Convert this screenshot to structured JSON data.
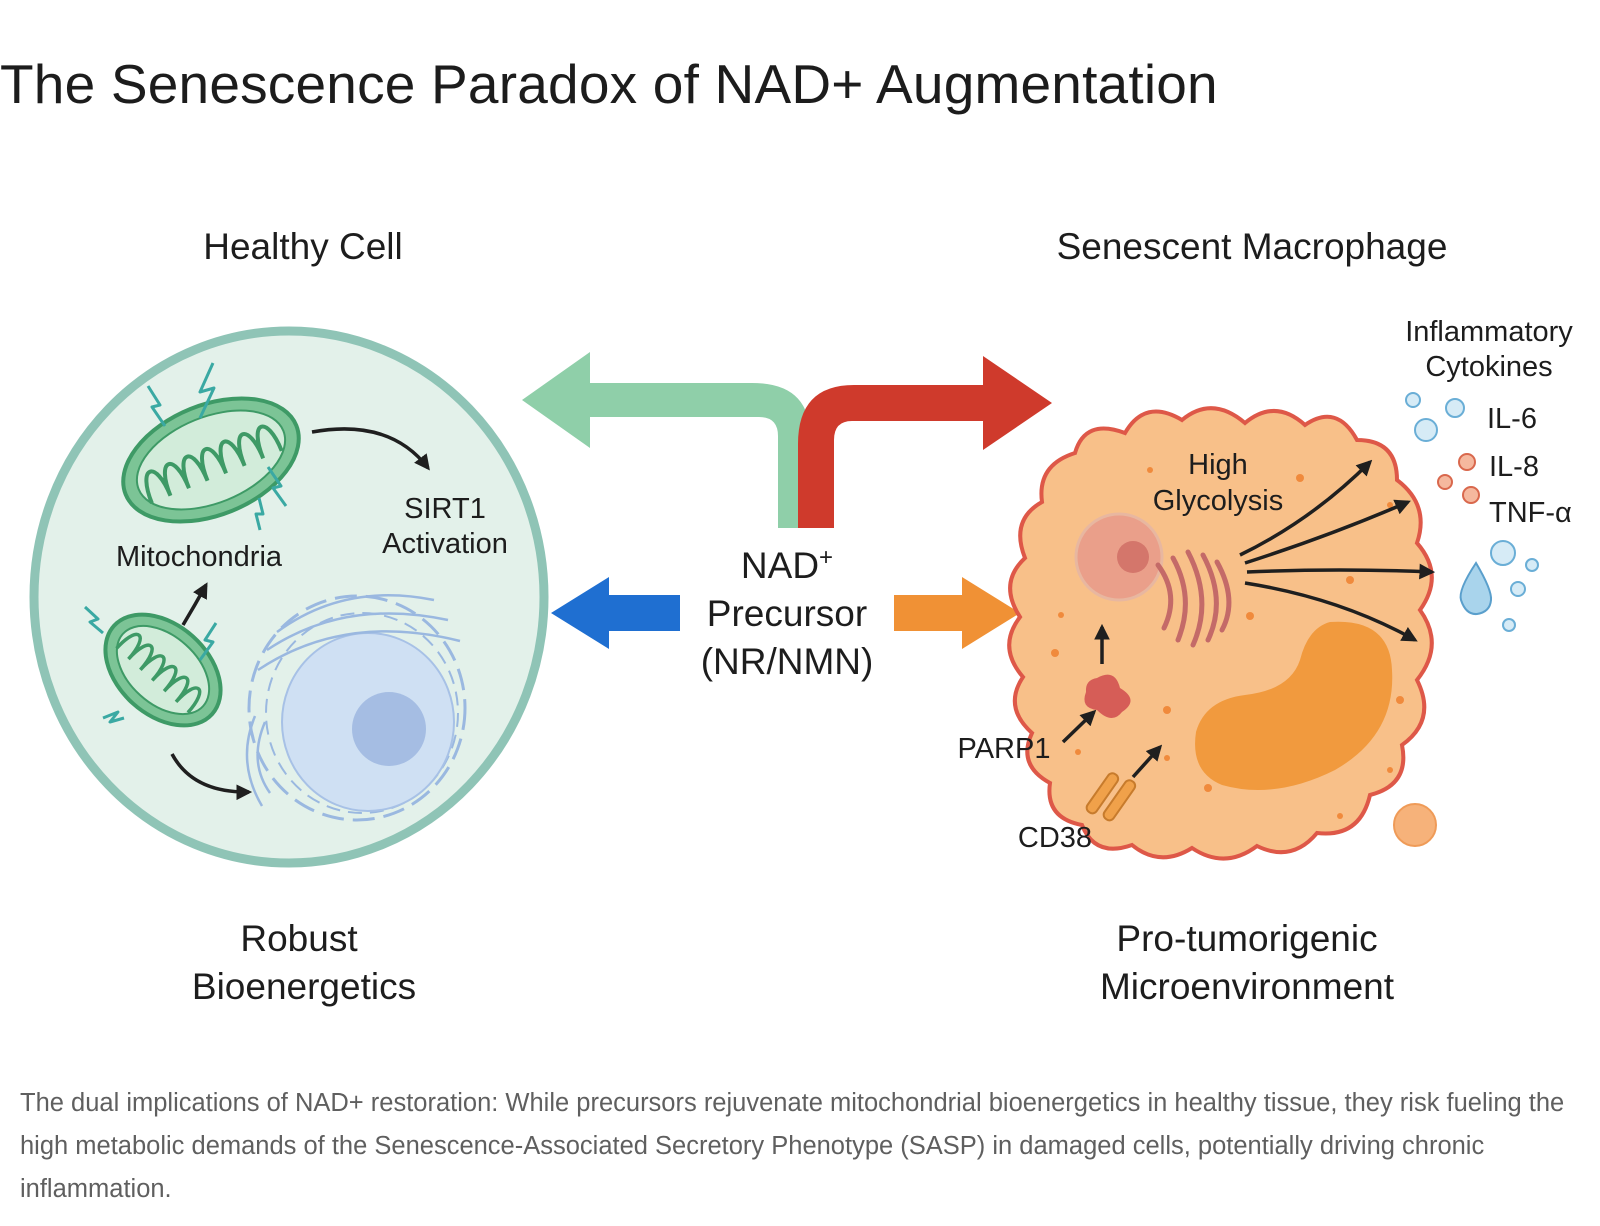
{
  "title": "The Senescence Paradox of NAD+ Augmentation",
  "diagram": {
    "healthy": {
      "heading": "Healthy Cell",
      "mitochondria_label": "Mitochondria",
      "sirt1_line1": "SIRT1",
      "sirt1_line2": "Activation",
      "outcome_line1": "Robust",
      "outcome_line2": "Bioenergetics"
    },
    "center": {
      "nad_line1": "NAD",
      "nad_superscript": "+",
      "nad_line2": "Precursor",
      "nad_line3": "(NR/NMN)"
    },
    "senescent": {
      "heading": "Senescent Macrophage",
      "cytokines_line1": "Inflammatory",
      "cytokines_line2": "Cytokines",
      "cytokine_1": "IL-6",
      "cytokine_2": "IL-8",
      "cytokine_3": "TNF-α",
      "glycolysis_line1": "High",
      "glycolysis_line2": "Glycolysis",
      "parp1": "PARP1",
      "cd38": "CD38",
      "outcome_line1": "Pro-tumorigenic",
      "outcome_line2": "Microenvironment"
    },
    "colors": {
      "healthy_arrow": "#8fcfa9",
      "senescent_arrow": "#cf3a2c",
      "blue_arrow": "#1f6fd1",
      "orange_arrow": "#f09135",
      "cell_border": "#8fc4b6",
      "cell_fill": "#e3f1ea",
      "macrophage_fill": "#f8c089",
      "macrophage_border": "#de5848"
    }
  },
  "caption": "The dual implications of NAD+ restoration: While precursors rejuvenate mitochondrial bioenergetics in healthy tissue, they risk fueling the high metabolic demands of the Senescence-Associated Secretory Phenotype (SASP) in damaged cells, potentially driving chronic inflammation."
}
